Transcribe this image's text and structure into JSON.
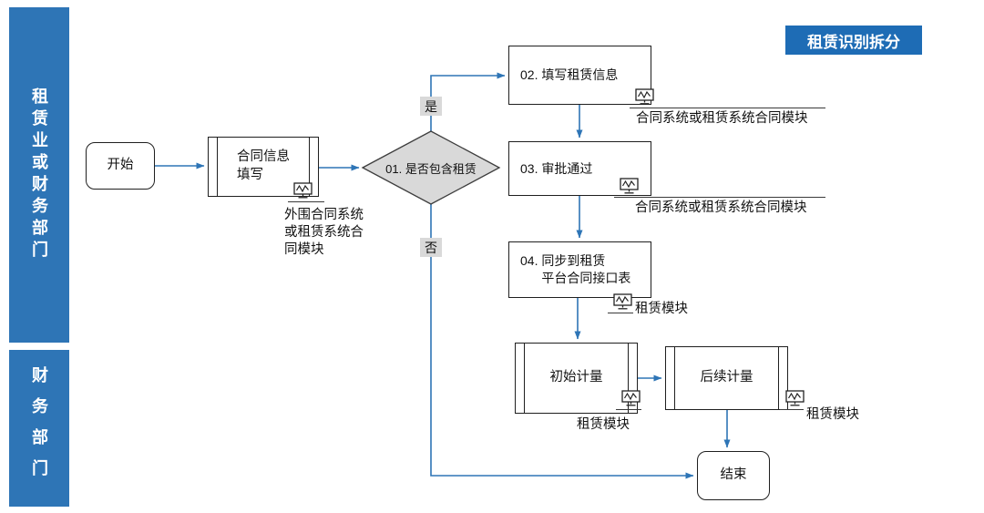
{
  "title_badge": {
    "label": "租赁识别拆分"
  },
  "lanes": [
    {
      "label": "租赁业或财务部门"
    },
    {
      "label": "财务部门"
    }
  ],
  "nodes": {
    "start": {
      "label": "开始"
    },
    "contract_info": {
      "label": "合同信息\n填写",
      "note": "外围合同系统\n或租赁系统合\n同模块"
    },
    "decision": {
      "label": "01. 是否包含租赁",
      "yes_label": "是",
      "no_label": "否"
    },
    "step02": {
      "label": "02. 填写租赁信息",
      "note": "合同系统或租赁系统合同模块"
    },
    "step03": {
      "label": "03. 审批通过",
      "note": "合同系统或租赁系统合同模块"
    },
    "step04": {
      "label": "04. 同步到租赁\n      平台合同接口表",
      "note": "租赁模块"
    },
    "initial_measure": {
      "label": "初始计量",
      "note": "租赁模块"
    },
    "subsequent_measure": {
      "label": "后续计量",
      "note": "租赁模块"
    },
    "end": {
      "label": "结束"
    }
  },
  "colors": {
    "lane_blue": "#2E75B6",
    "badge_blue": "#1E6CB5",
    "arrow_blue": "#2E75B6",
    "diamond_fill": "#D9D9D9",
    "connector_label_bg": "#D9D9D9"
  }
}
